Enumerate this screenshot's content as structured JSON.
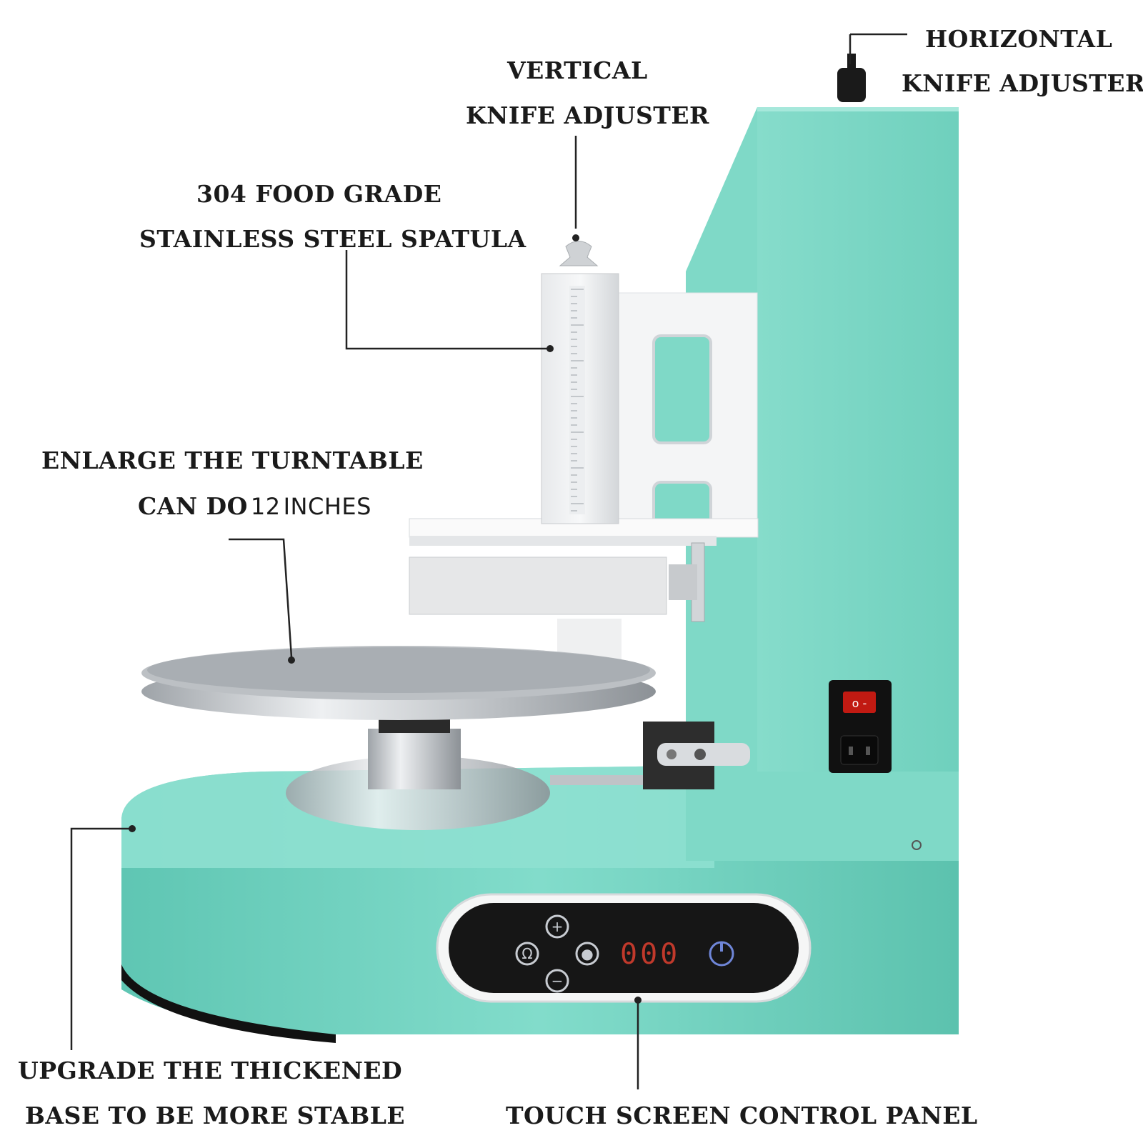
{
  "labels": {
    "horizontal_adjuster": [
      "HORIZONTAL",
      "KNIFE ADJUSTER"
    ],
    "vertical_adjuster": [
      "VERTICAL",
      "KNIFE ADJUSTER"
    ],
    "spatula": [
      "304 FOOD GRADE",
      "STAINLESS STEEL SPATULA"
    ],
    "turntable": {
      "line1": "ENLARGE THE TURNTABLE",
      "line2_prefix": "CAN DO",
      "line2_number": "12",
      "line2_suffix": "INCHES"
    },
    "base": [
      "UPGRADE THE THICKENED",
      "BASE TO BE MORE STABLE"
    ],
    "control_panel": "TOUCH SCREEN CONTROL PANEL"
  },
  "panel": {
    "display": "000"
  },
  "colors": {
    "body": "#72d4c0",
    "body_dark": "#4fb7a4",
    "body_light": "#9fe4d6",
    "metal": "#c9cccf",
    "panel": "#161616",
    "panel_glyph": "#7b8fd6",
    "switch_red": "#d9261c",
    "leader": "#222222"
  }
}
